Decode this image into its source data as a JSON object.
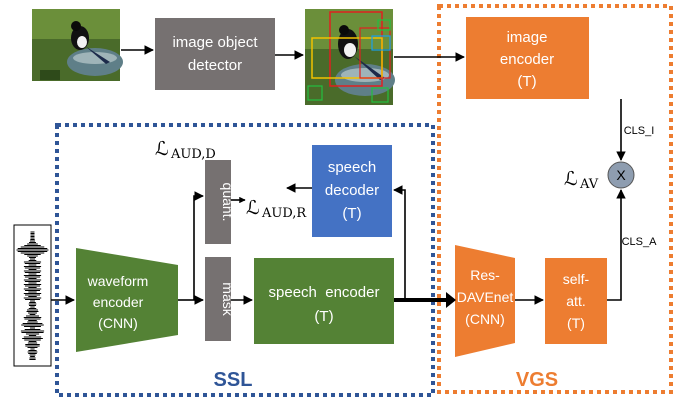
{
  "colors": {
    "green": "#548235",
    "gray": "#767171",
    "orange": "#ED7D31",
    "blue": "#4472C4",
    "ssl_border": "#2F5597",
    "vgs_border": "#ED7D31",
    "circle": "#8E9DB0"
  },
  "blocks": {
    "detector": {
      "line1": "image object",
      "line2": "detector"
    },
    "image_encoder": {
      "line1": "image",
      "line2": "encoder",
      "line3": "(T)"
    },
    "speech_decoder": {
      "line1": "speech",
      "line2": "decoder",
      "line3": "(T)"
    },
    "quant": "quant.",
    "mask": "mask",
    "waveform_encoder": {
      "line1": "waveform",
      "line2": "encoder",
      "line3": "(CNN)"
    },
    "speech_encoder": {
      "line1": "speech  encoder",
      "line2": "(T)"
    },
    "res_davenet": {
      "line1": "Res-",
      "line2": "DAVEnet",
      "line3": "(CNN)"
    },
    "self_att": {
      "line1": "self-",
      "line2": "att.",
      "line3": "(T)"
    }
  },
  "labels": {
    "cls_i": "CLS_I",
    "cls_a": "CLS_A",
    "loss_av_main": "ℒ",
    "loss_av_sub": "AV",
    "loss_aud_d_main": "ℒ",
    "loss_aud_d_sub": "AUD,D",
    "loss_aud_r_main": "ℒ",
    "loss_aud_r_sub": "AUD,R",
    "multiply": "X",
    "ssl": "SSL",
    "vgs": "VGS"
  },
  "icons": {
    "bird_photo": "magpie-bird-photo",
    "bird_photo_boxes": "magpie-bird-photo-with-detection-boxes",
    "waveform": "audio-waveform"
  }
}
